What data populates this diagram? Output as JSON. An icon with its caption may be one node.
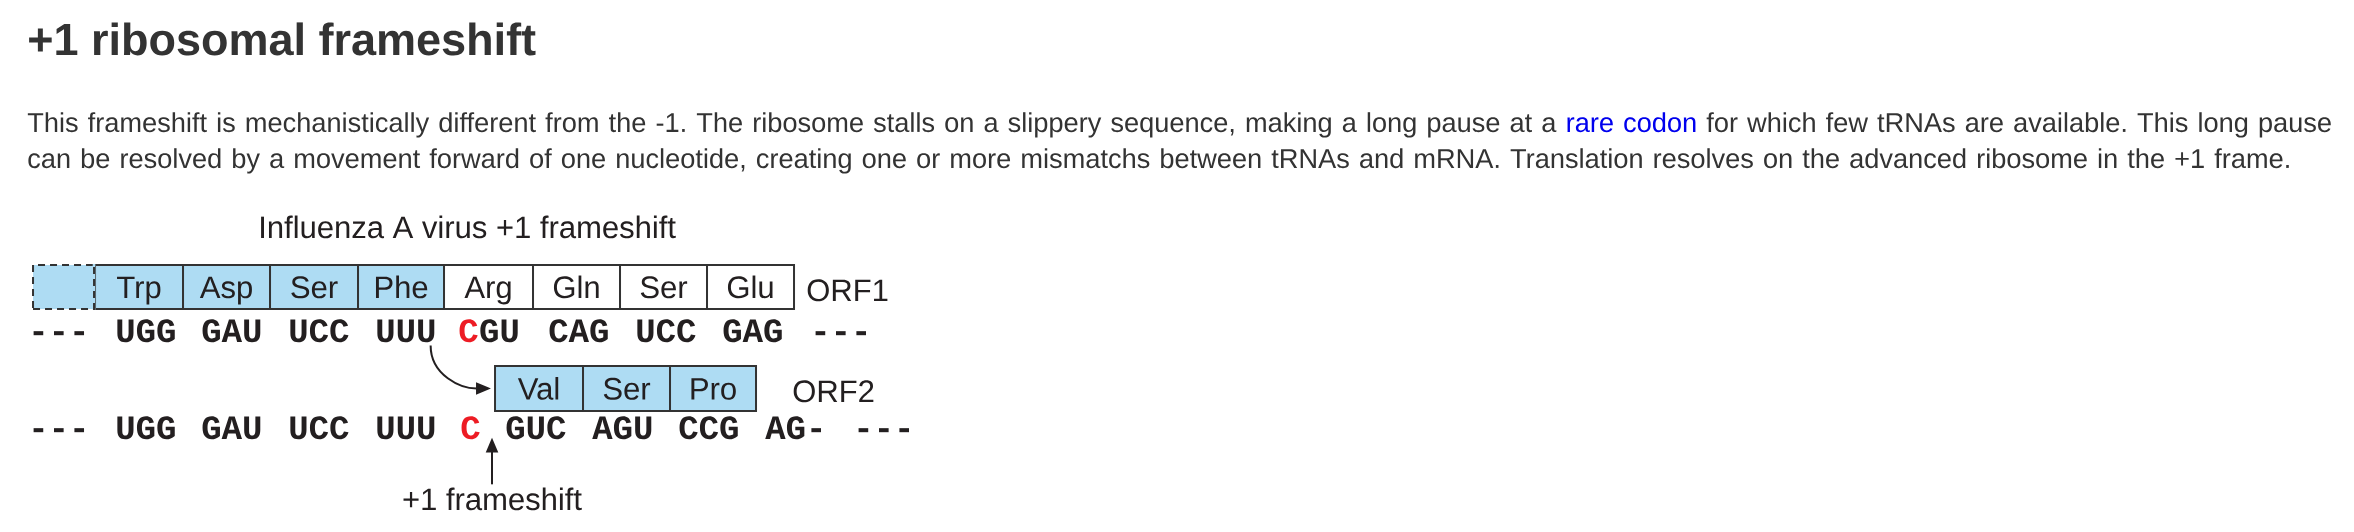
{
  "diagram": {
    "title": "+1 ribosomal frameshift",
    "nodes": [
      {
        "text": [],
        "shape": "box"
      },
      {
        "text": [
          "Trp"
        ]
      },
      {
        "text": [
          "Asp"
        ]
      },
      {
        "text": [
          "Ser"
        ]
      },
      {
        "text": [
          "Phe"
        ]
      },
      {
        "text": [
          "Arg"
        ]
      },
      {
        "text": [
          "Gln"
        ]
      },
      {
        "text": [
          "Ser"
        ]
      },
      {
        "text": [
          "Glu"
        ]
      },
      {
        "text": [
          "UUU"
        ]
      },
      {
        "text": [
          "Val"
        ]
      },
      {
        "text": [
          "Ser"
        ]
      },
      {
        "text": [
          "Pro"
        ]
      },
      {
        "text": [
          "C"
        ]
      },
      {
        "text": [
          "+1 frameshift"
        ]
      }
    ],
    "edges": [
      {
        "from": 9,
        "to": 10,
        "arrow": "to"
      },
      {
        "from": 14,
        "to": 13,
        "arrow": "to"
      }
    ],
    "labels": [
      "This frameshift is mechanistically different from the -1. The ribosome stalls on a slippery sequence, making a long pause at a",
      "rare codon",
      "for which few tRNAs are available. This long pause can be resolved by a movement forward of one nucleotide, creating one or more mismatchs between tRNAs and mRNA. Translation resolves on the advanced ribosome in the +1 frame.",
      "Influenza A virus +1 frameshift",
      "ORF1",
      "---",
      "UGG",
      "GAU",
      "UCC",
      "C",
      "GU",
      "CAG",
      "UCC",
      "GAG",
      "---",
      "ORF2",
      "---",
      "UGG",
      "GAU",
      "UCC",
      "UUU",
      "GUC",
      "AGU",
      "CCG",
      "AG-",
      "---"
    ]
  }
}
